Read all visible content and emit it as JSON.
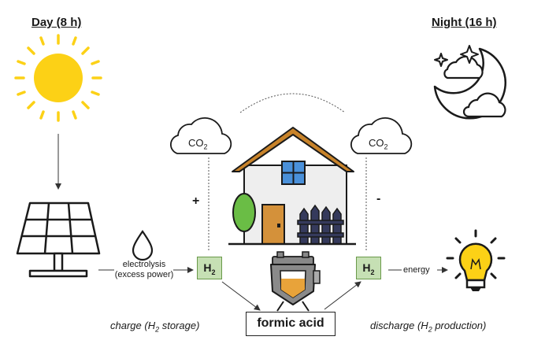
{
  "labels": {
    "day": "Day (8 h)",
    "night": "Night (16 h)",
    "electrolysis_line1": "electrolysis",
    "electrolysis_line2": "(excess power)",
    "energy": "energy",
    "charge_prefix": "charge (H",
    "charge_sub": "2",
    "charge_suffix": " storage)",
    "discharge_prefix": "discharge (H",
    "discharge_sub": "2",
    "discharge_suffix": " production)",
    "formic_acid": "formic acid",
    "plus": "+",
    "minus": "-"
  },
  "chemistry": {
    "h2_main": "H",
    "h2_sub": "2",
    "co2_main": "CO",
    "co2_sub": "2"
  },
  "colors": {
    "sun": "#fcd116",
    "h2_fill": "#c6e0b4",
    "roof": "#c8832a",
    "door": "#d4913a",
    "window": "#4a90d9",
    "tree": "#6abd45",
    "bulb": "#fcd116",
    "liquid": "#e8a33a"
  },
  "icons": [
    "sun-icon",
    "moon-icon",
    "star-icon",
    "solar-panel-icon",
    "water-drop-icon",
    "house-icon",
    "tree-icon",
    "fence-icon",
    "reactor-icon",
    "lightbulb-icon",
    "cloud-icon"
  ]
}
